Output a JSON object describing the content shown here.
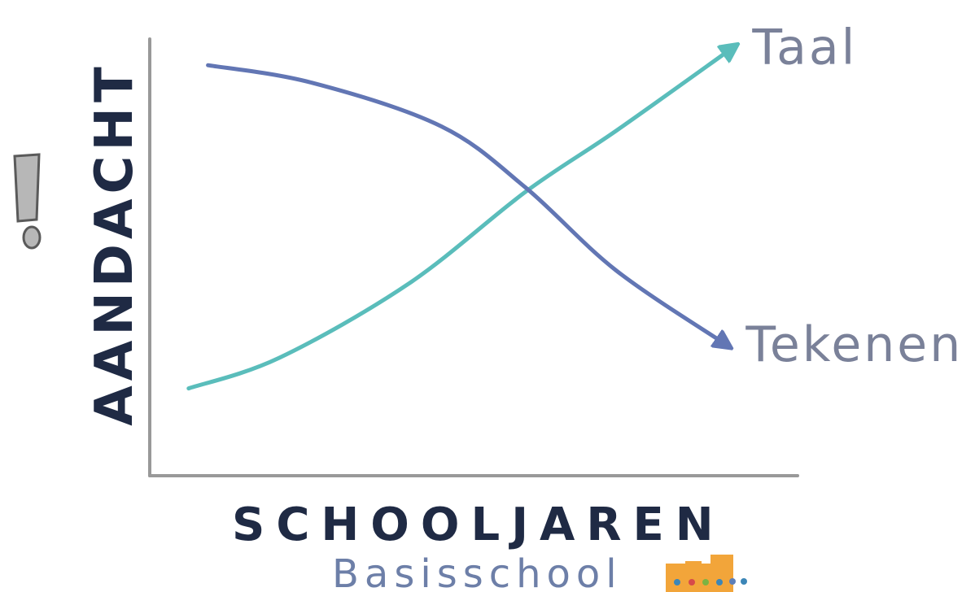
{
  "chart_data": {
    "type": "line",
    "title": "",
    "ylabel": "AANDACHT",
    "xlabel": "SCHOOLJAREN",
    "subtitle": "Basisschool",
    "grid": false,
    "legend": "none",
    "series": [
      {
        "name": "Taal",
        "color": "#5ABDBB",
        "points": [
          [
            0.06,
            0.2
          ],
          [
            0.2,
            0.27
          ],
          [
            0.4,
            0.44
          ],
          [
            0.58,
            0.65
          ],
          [
            0.72,
            0.79
          ],
          [
            0.9,
            0.98
          ]
        ]
      },
      {
        "name": "Tekenen",
        "color": "#6276B4",
        "points": [
          [
            0.09,
            0.94
          ],
          [
            0.25,
            0.9
          ],
          [
            0.45,
            0.8
          ],
          [
            0.58,
            0.66
          ],
          [
            0.72,
            0.47
          ],
          [
            0.89,
            0.3
          ]
        ]
      }
    ]
  },
  "colors": {
    "axis": "#999999",
    "ylabel": "#1f2a44",
    "subtitle": "#6d7fa8",
    "exclamation_fill": "#b7b7b7",
    "exclamation_stroke": "#5a5a5a"
  },
  "icons": {
    "exclamation": "exclamation-icon",
    "school": "school-building-icon"
  }
}
